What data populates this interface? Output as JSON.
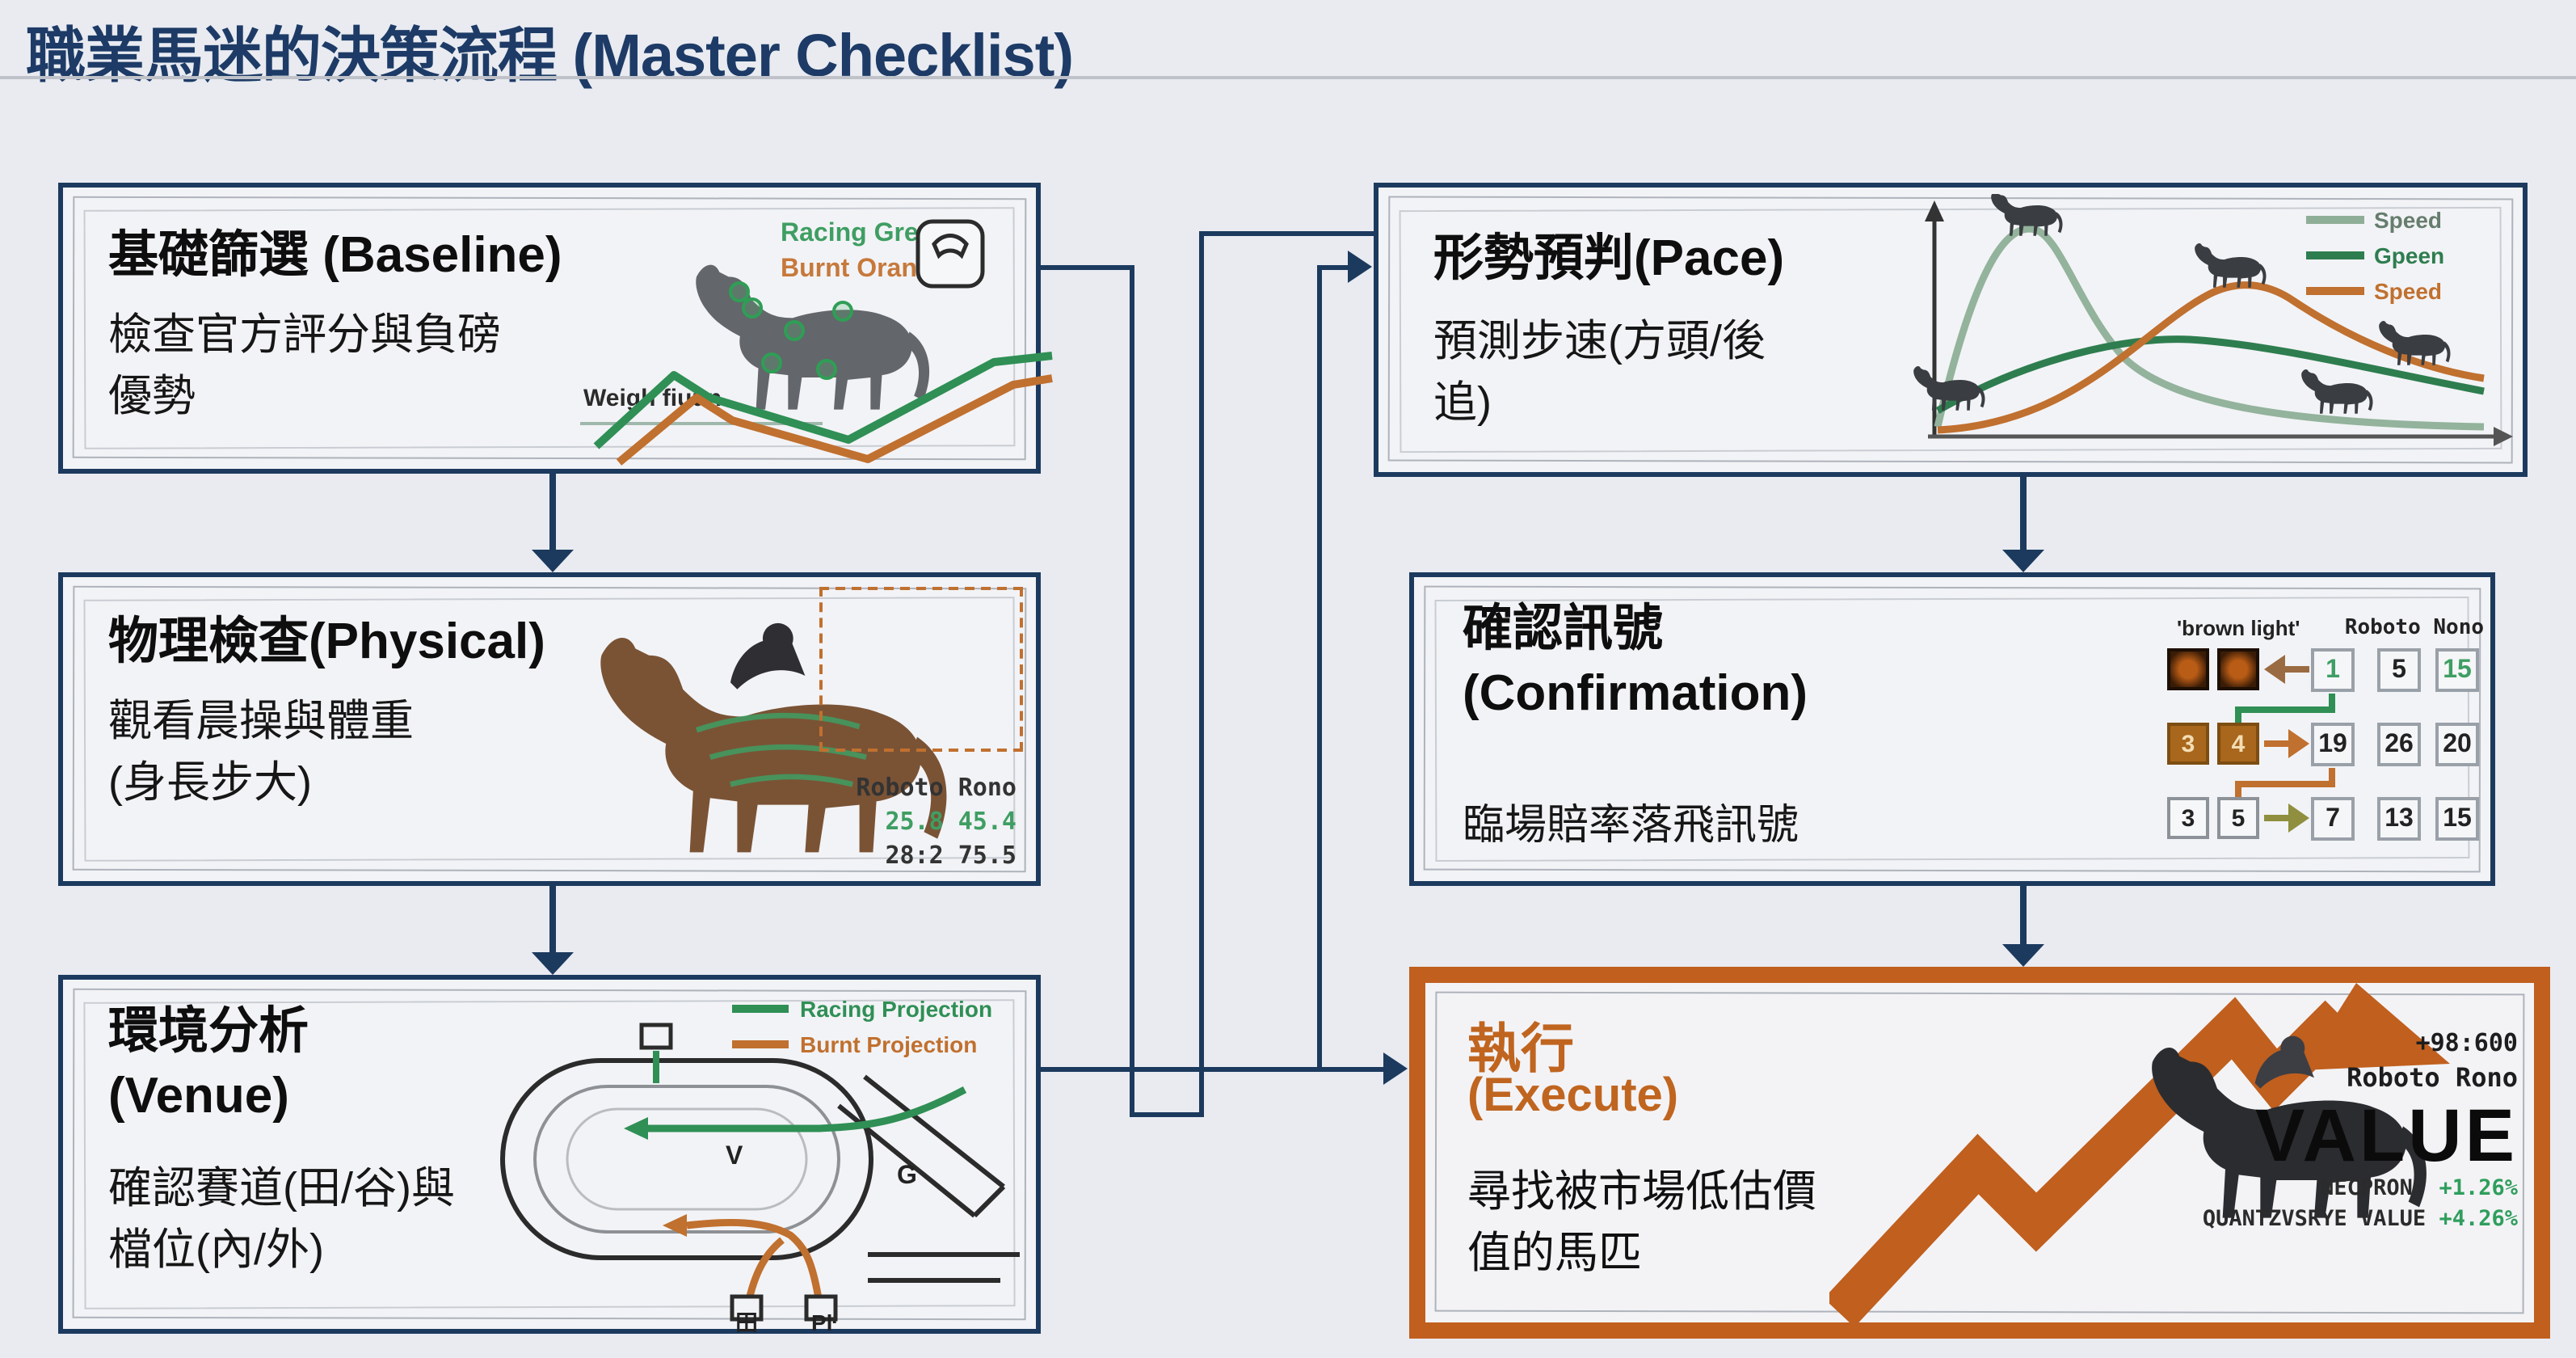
{
  "title": "職業馬迷的決策流程 (Master Checklist)",
  "baseline": {
    "title": "基礎篩選 (Baseline)",
    "body_line1": "檢查官方評分與負磅",
    "body_line2": "優勢",
    "label_green": "Racing Green",
    "label_orange": "Burnt Orange",
    "weigh_label": "Weigh fiuun",
    "icon": "weighing-scale"
  },
  "physical": {
    "title": "物理檢查(Physical)",
    "body_line1": "觀看晨操與體重",
    "body_line2": "(身長步大)",
    "stats_name": "Roboto Rono",
    "stats_row1": "25.8 45.4",
    "stats_row2": "28:2 75.5"
  },
  "venue": {
    "title_line1": "環境分析",
    "title_line2": "(Venue)",
    "body_line1": "確認賽道(田/谷)與",
    "body_line2": "檔位(內/外)",
    "legend_green": "Racing Projection",
    "legend_orange": "Burnt Projection",
    "label_v": "V",
    "label_g": "G",
    "label_gate1": "田",
    "label_gate2": "Pŀ"
  },
  "pace": {
    "title": "形勢預判(Pace)",
    "body_line1": "預測步速(方頭/後",
    "body_line2": "追)",
    "legend": [
      {
        "label": "Speed",
        "color": "#8fae97"
      },
      {
        "label": "Gpeen",
        "color": "#2e7d4f"
      },
      {
        "label": "Speed",
        "color": "#c0702f"
      }
    ]
  },
  "confirmation": {
    "title_line1": "確認訊號",
    "title_line2": "(Confirmation)",
    "body": "臨場賠率落飛訊號",
    "header_left": "'brown light'",
    "header_right": "Roboto Nono",
    "rows": [
      {
        "left": [
          "",
          ""
        ],
        "cells": [
          "1",
          "5",
          "15"
        ]
      },
      {
        "left": [
          "3",
          "4"
        ],
        "cells": [
          "19",
          "26",
          "20"
        ]
      },
      {
        "left": [
          "3",
          "5"
        ],
        "cells": [
          "7",
          "13",
          "15"
        ]
      }
    ]
  },
  "execute": {
    "title_zh": "執行",
    "title_en": "(Execute)",
    "body_line1": "尋找被市場低估價",
    "body_line2": "值的馬匹",
    "stat_top": "+98:600",
    "stat_name": "Roboto Rono",
    "value_label": "VALUE",
    "metric1_label": "NECPRON:",
    "metric1_value": "+1.26%",
    "metric2_label": "QUANTZVSRYE VALUE",
    "metric2_value": "+4.26%"
  },
  "colors": {
    "navy": "#1c3a5e",
    "title_navy": "#1d3b66",
    "green": "#2f8f55",
    "light_green": "#93b39c",
    "burnt_orange": "#c0702f",
    "execute_border": "#c05f1e",
    "value_green": "#2f9e5c"
  }
}
